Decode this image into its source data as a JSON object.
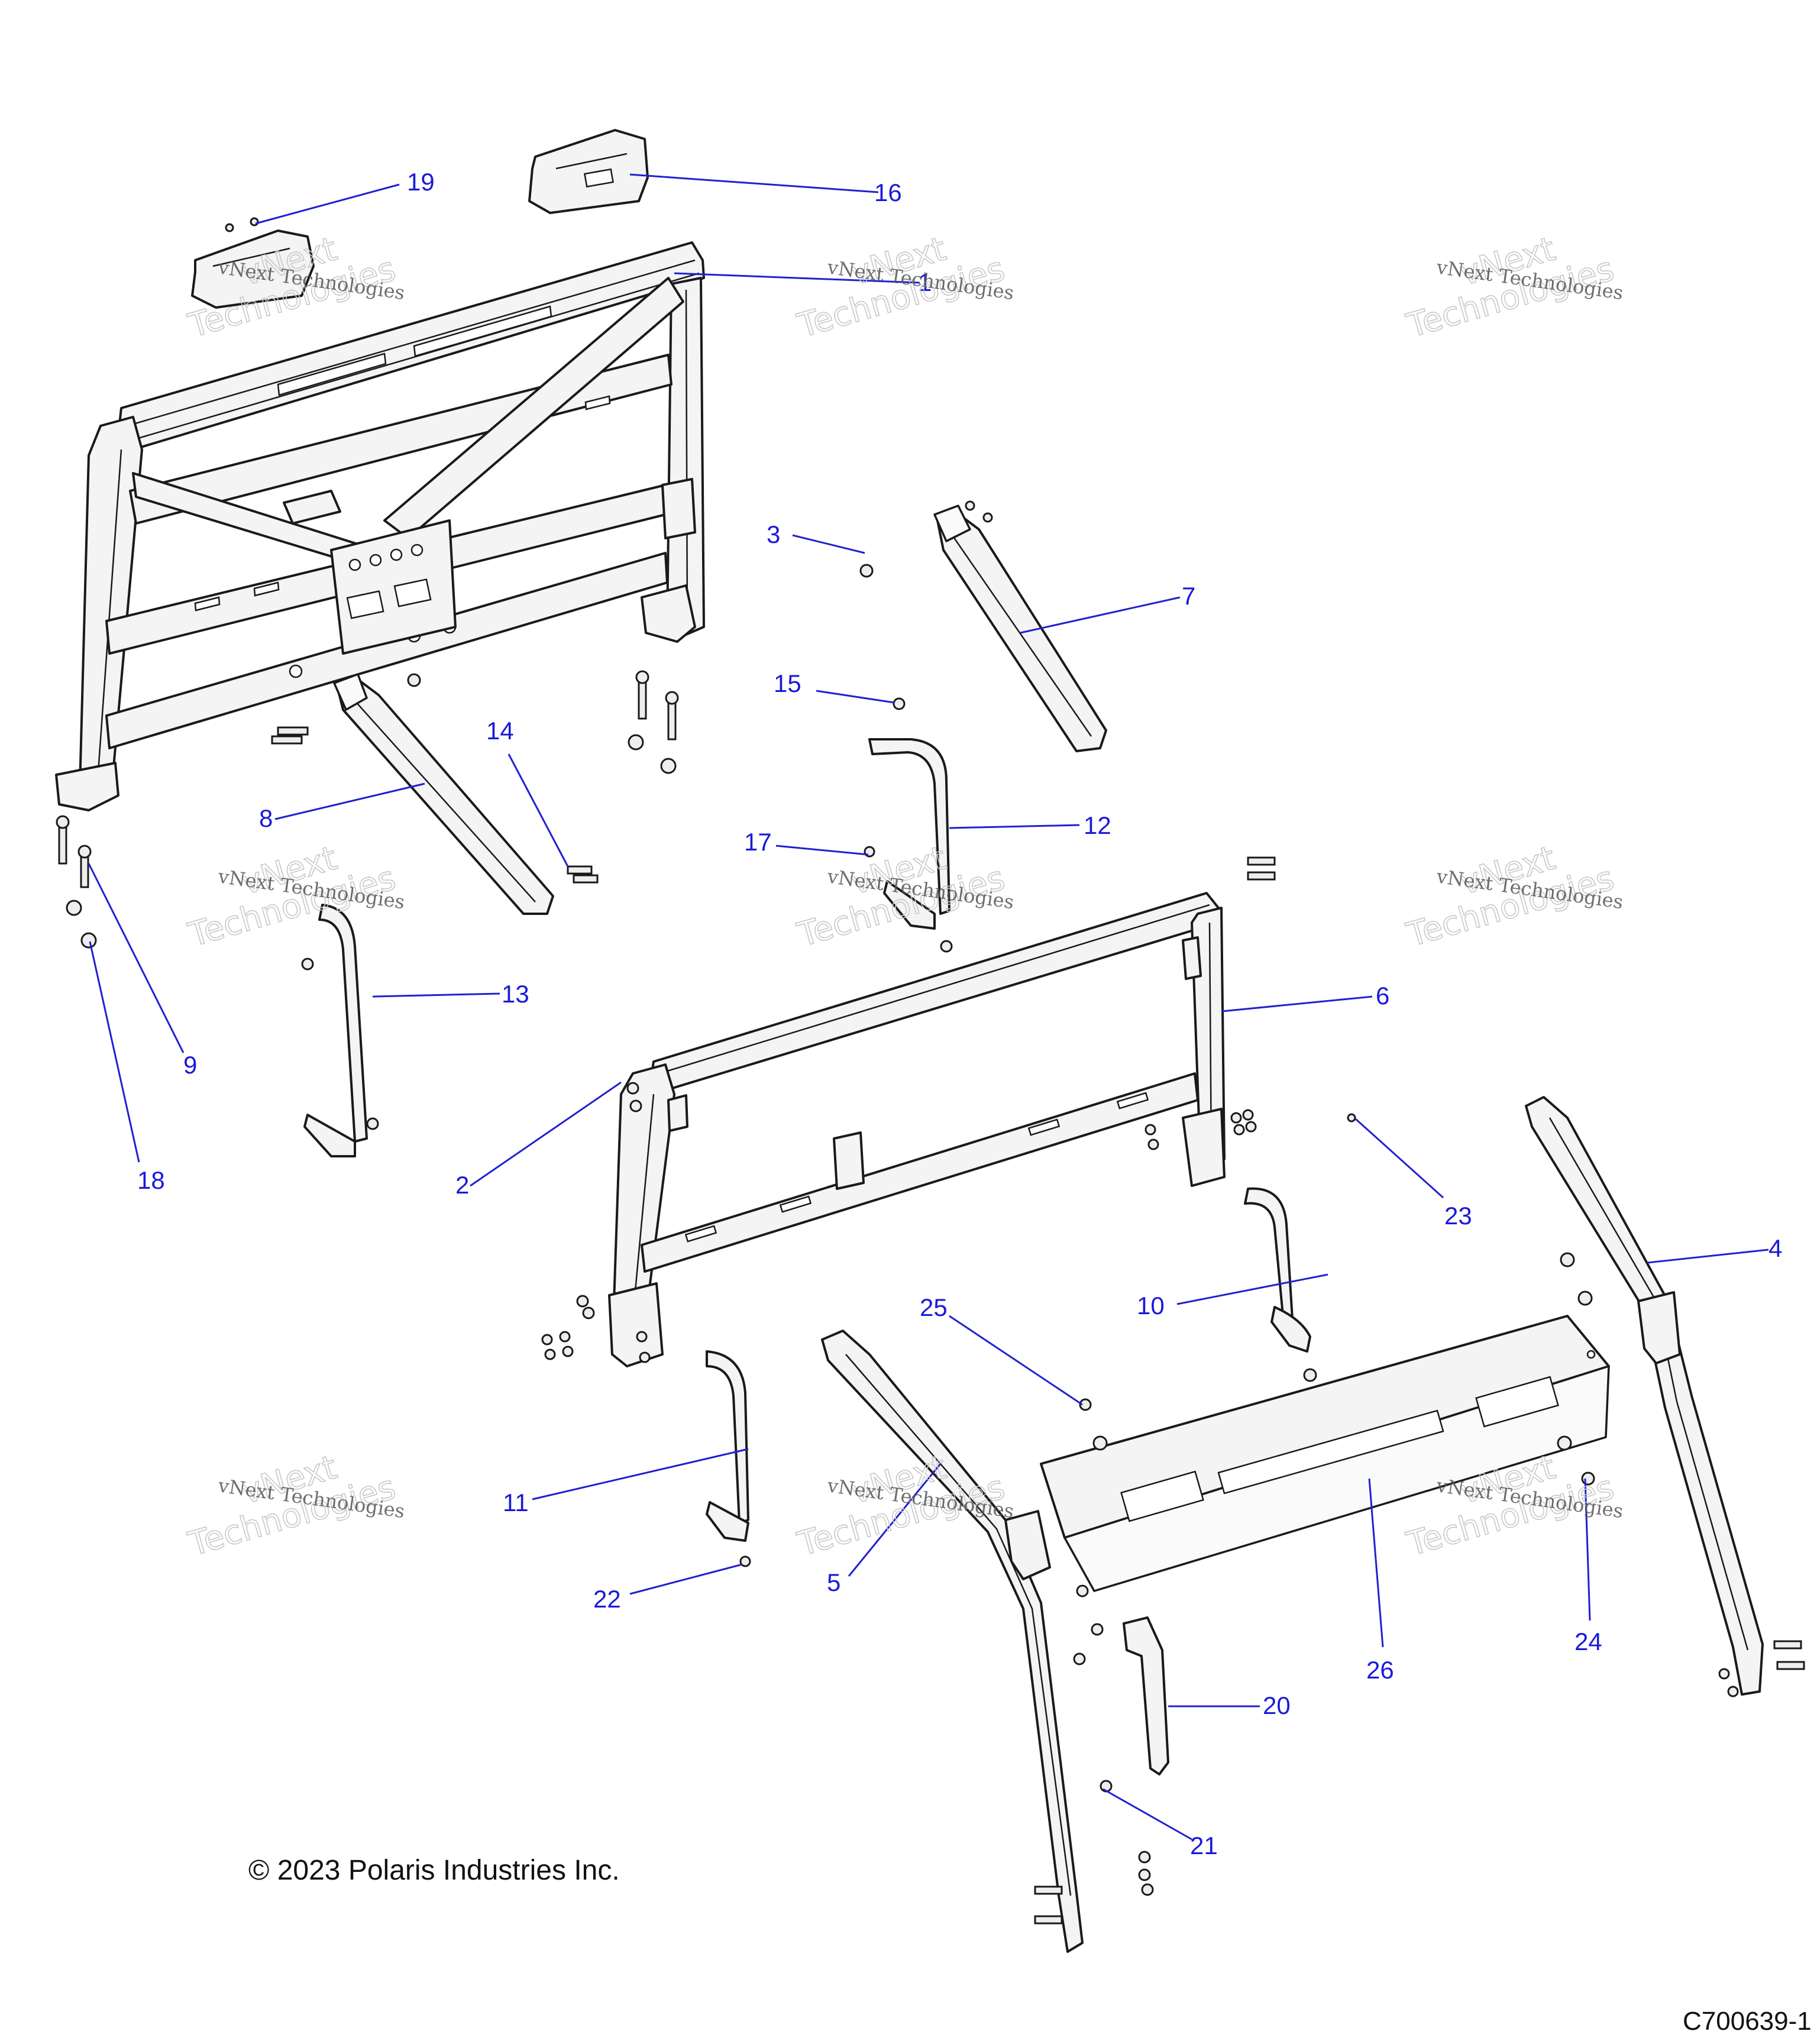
{
  "callouts": [
    {
      "id": "c1",
      "label": "1"
    },
    {
      "id": "c2",
      "label": "2"
    },
    {
      "id": "c3",
      "label": "3"
    },
    {
      "id": "c4",
      "label": "4"
    },
    {
      "id": "c5",
      "label": "5"
    },
    {
      "id": "c6",
      "label": "6"
    },
    {
      "id": "c7",
      "label": "7"
    },
    {
      "id": "c8",
      "label": "8"
    },
    {
      "id": "c9",
      "label": "9"
    },
    {
      "id": "c10",
      "label": "10"
    },
    {
      "id": "c11",
      "label": "11"
    },
    {
      "id": "c12",
      "label": "12"
    },
    {
      "id": "c13",
      "label": "13"
    },
    {
      "id": "c14",
      "label": "14"
    },
    {
      "id": "c15",
      "label": "15"
    },
    {
      "id": "c16",
      "label": "16"
    },
    {
      "id": "c17",
      "label": "17"
    },
    {
      "id": "c18",
      "label": "18"
    },
    {
      "id": "c19",
      "label": "19"
    },
    {
      "id": "c20",
      "label": "20"
    },
    {
      "id": "c21",
      "label": "21"
    },
    {
      "id": "c22",
      "label": "22"
    },
    {
      "id": "c23",
      "label": "23"
    },
    {
      "id": "c24",
      "label": "24"
    },
    {
      "id": "c25",
      "label": "25"
    },
    {
      "id": "c26",
      "label": "26"
    }
  ],
  "watermark": {
    "line1": "vNext Technologies",
    "line2": "vNext",
    "line3": "Technologies"
  },
  "copyright": "© 2023 Polaris Industries Inc.",
  "drawing_code": "C700639-1",
  "colors": {
    "callout": "#1a1ad8",
    "leader": "#2020d0",
    "outline": "#1a1a1a",
    "part_fill": "#f4f4f4"
  }
}
